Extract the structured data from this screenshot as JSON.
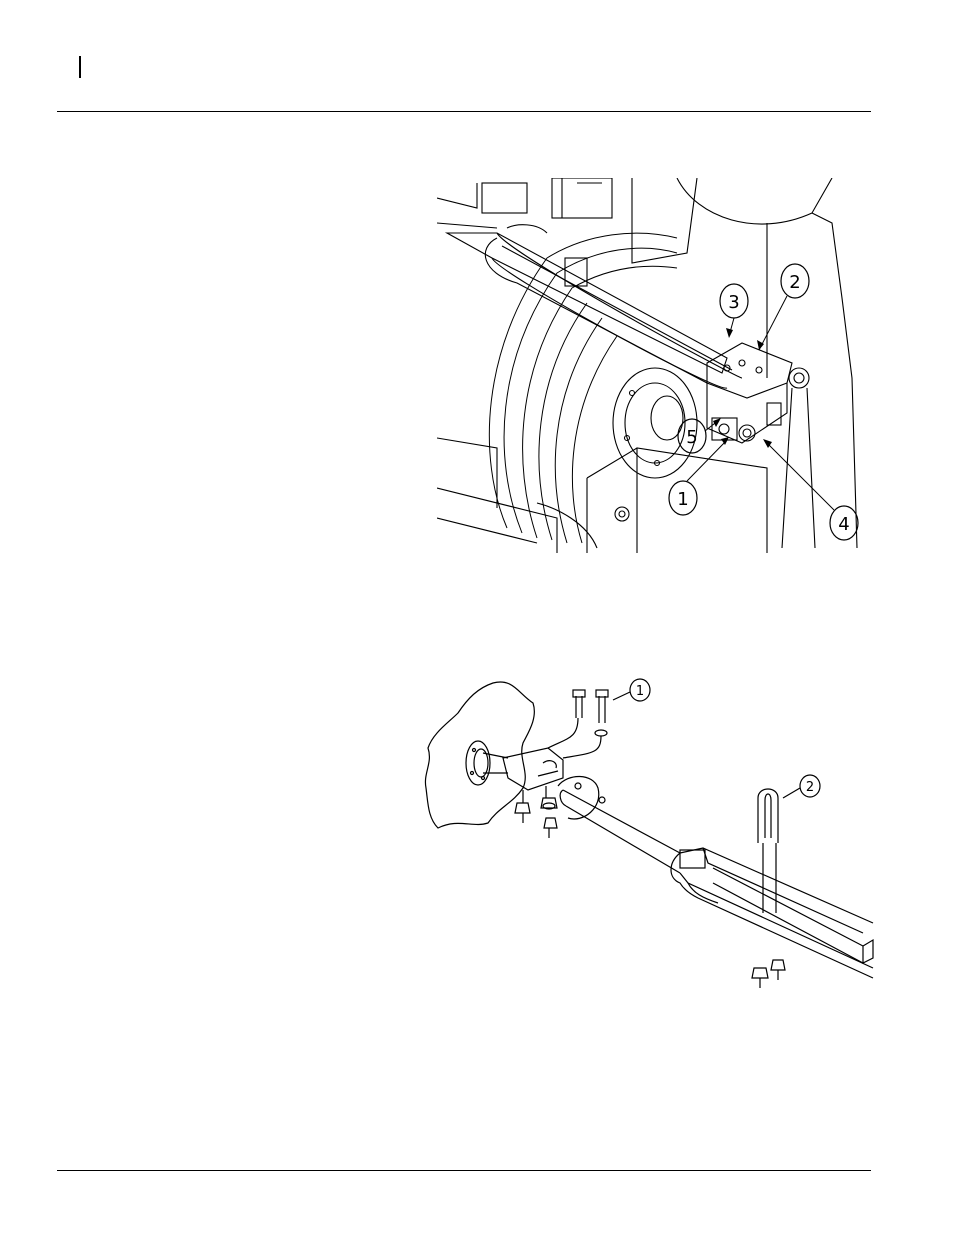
{
  "colors": {
    "ink": "#000000",
    "paper": "#ffffff"
  },
  "photo_figure": {
    "callouts": [
      {
        "label": "1"
      },
      {
        "label": "2"
      },
      {
        "label": "3"
      },
      {
        "label": "4"
      },
      {
        "label": "5"
      }
    ]
  },
  "diagram_figure": {
    "callouts": [
      {
        "label": "1"
      },
      {
        "label": "2"
      }
    ]
  }
}
